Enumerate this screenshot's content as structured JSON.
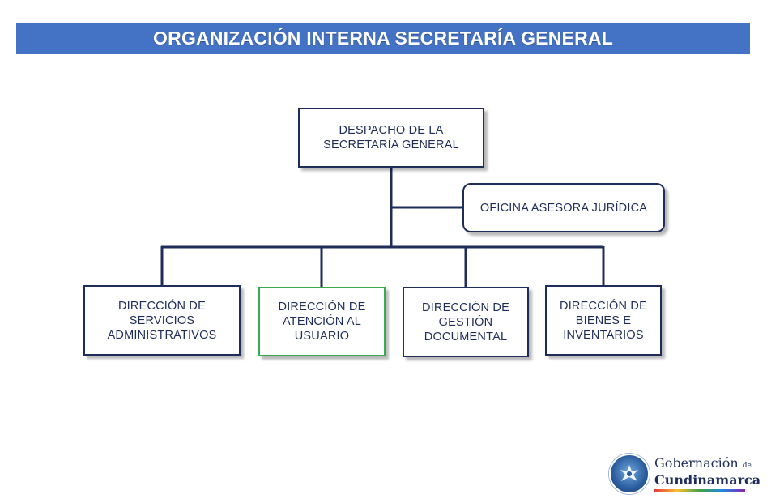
{
  "header": {
    "title": "ORGANIZACIÓN INTERNA SECRETARÍA GENERAL"
  },
  "org": {
    "root": "DESPACHO DE LA\nSECRETARÍA GENERAL",
    "advisor": "OFICINA ASESORA JURÍDICA",
    "directorates": [
      "DIRECCIÓN DE\nSERVICIOS\nADMINISTRATIVOS",
      "DIRECCIÓN DE\nATENCIÓN AL\nUSUARIO",
      "DIRECCIÓN DE\nGESTIÓN\nDOCUMENTAL",
      "DIRECCIÓN DE\nBIENES E\nINVENTARIOS"
    ]
  },
  "branding": {
    "logo_line1": "Gobernación",
    "logo_de": "de",
    "logo_line2": "Cundinamarca"
  },
  "colors": {
    "title_bar": "#4472c4",
    "box_border": "#1f2d5a",
    "highlight_border": "#3aaa50"
  }
}
